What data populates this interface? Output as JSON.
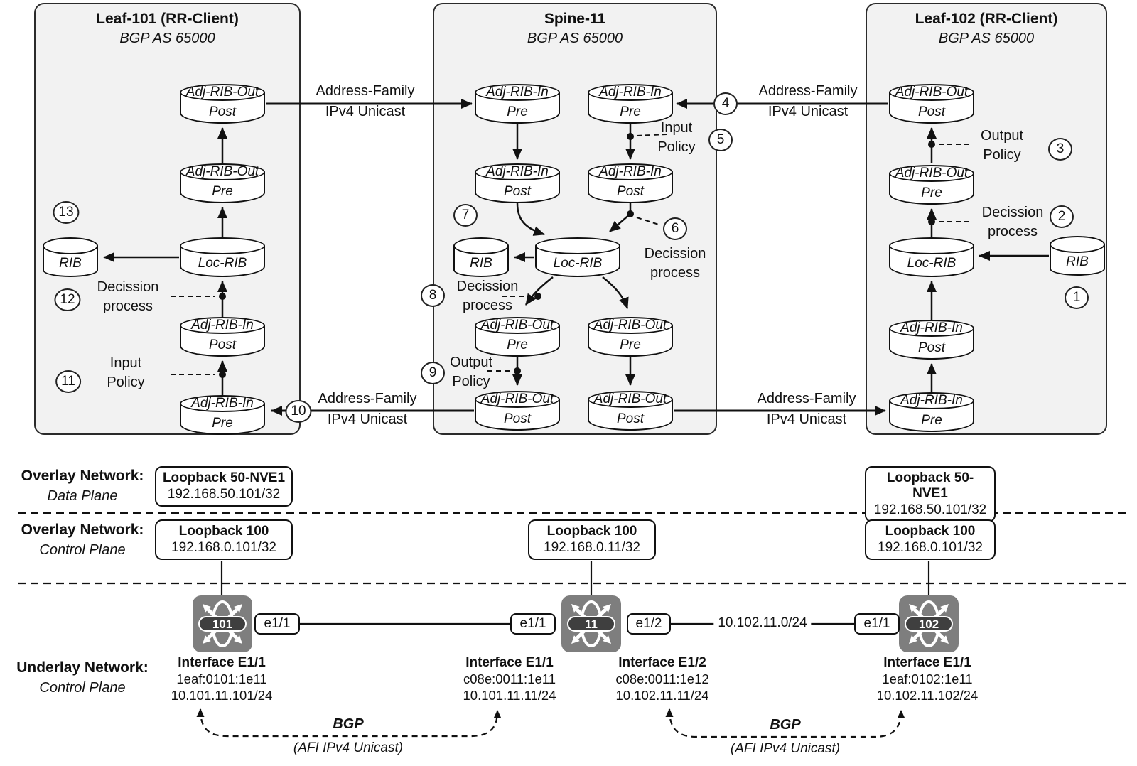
{
  "colors": {
    "panel_bg": "#f2f2f2",
    "ink": "#111111",
    "router_fill": "#7e7e7e",
    "pill_fill": "#3f3f3f"
  },
  "leaf101": {
    "title": "Leaf-101 (RR-Client)",
    "subtitle": "BGP AS 65000",
    "cyl": {
      "out_post": {
        "l1": "Adj-RIB-Out",
        "l2": "Post"
      },
      "out_pre": {
        "l1": "Adj-RIB-Out",
        "l2": "Pre"
      },
      "loc": {
        "l1": "Loc-RIB"
      },
      "rib": {
        "l1": "RIB"
      },
      "in_post": {
        "l1": "Adj-RIB-In",
        "l2": "Post"
      },
      "in_pre": {
        "l1": "Adj-RIB-In",
        "l2": "Pre"
      }
    },
    "lbl": {
      "decision": {
        "l1": "Decission",
        "l2": "process"
      },
      "input": {
        "l1": "Input",
        "l2": "Policy"
      }
    }
  },
  "spine11": {
    "title": "Spine-11",
    "subtitle": "BGP AS 65000",
    "cyl": {
      "in_pre_l": {
        "l1": "Adj-RIB-In",
        "l2": "Pre"
      },
      "in_pre_r": {
        "l1": "Adj-RIB-In",
        "l2": "Pre"
      },
      "in_post_l": {
        "l1": "Adj-RIB-In",
        "l2": "Post"
      },
      "in_post_r": {
        "l1": "Adj-RIB-In",
        "l2": "Post"
      },
      "rib": {
        "l1": "RIB"
      },
      "loc": {
        "l1": "Loc-RIB"
      },
      "out_pre_l": {
        "l1": "Adj-RIB-Out",
        "l2": "Pre"
      },
      "out_pre_r": {
        "l1": "Adj-RIB-Out",
        "l2": "Pre"
      },
      "out_post_l": {
        "l1": "Adj-RIB-Out",
        "l2": "Post"
      },
      "out_post_r": {
        "l1": "Adj-RIB-Out",
        "l2": "Post"
      }
    },
    "lbl": {
      "input": {
        "l1": "Input",
        "l2": "Policy"
      },
      "decision_r": {
        "l1": "Decission",
        "l2": "process"
      },
      "decision_l": {
        "l1": "Decission",
        "l2": "process"
      },
      "output": {
        "l1": "Output",
        "l2": "Policy"
      }
    }
  },
  "leaf102": {
    "title": "Leaf-102 (RR-Client)",
    "subtitle": "BGP AS 65000",
    "cyl": {
      "out_post": {
        "l1": "Adj-RIB-Out",
        "l2": "Post"
      },
      "out_pre": {
        "l1": "Adj-RIB-Out",
        "l2": "Pre"
      },
      "loc": {
        "l1": "Loc-RIB"
      },
      "rib": {
        "l1": "RIB"
      },
      "in_post": {
        "l1": "Adj-RIB-In",
        "l2": "Post"
      },
      "in_pre": {
        "l1": "Adj-RIB-In",
        "l2": "Pre"
      }
    },
    "lbl": {
      "output": {
        "l1": "Output",
        "l2": "Policy"
      },
      "decision": {
        "l1": "Decission",
        "l2": "process"
      }
    }
  },
  "edge_labels": {
    "af1": {
      "l1": "Address-Family",
      "l2": "IPv4 Unicast"
    },
    "af2": {
      "l1": "Address-Family",
      "l2": "IPv4 Unicast"
    },
    "af3": {
      "l1": "Address-Family",
      "l2": "IPv4 Unicast"
    },
    "af4": {
      "l1": "Address-Family",
      "l2": "IPv4 Unicast"
    }
  },
  "steps": {
    "s1": "1",
    "s2": "2",
    "s3": "3",
    "s4": "4",
    "s5": "5",
    "s6": "6",
    "s7": "7",
    "s8": "8",
    "s9": "9",
    "s10": "10",
    "s11": "11",
    "s12": "12",
    "s13": "13"
  },
  "bottom": {
    "rows": {
      "r1": {
        "label": "Overlay Network:",
        "sub": "Data Plane"
      },
      "r2": {
        "label": "Overlay Network:",
        "sub": "Control Plane"
      },
      "r3": {
        "label": "Underlay Network:",
        "sub": "Control Plane"
      }
    },
    "loopbacks": {
      "l101_data": {
        "name": "Loopback 50-NVE1",
        "ip": "192.168.50.101/32"
      },
      "l101_ctrl": {
        "name": "Loopback 100",
        "ip": "192.168.0.101/32"
      },
      "spine_ctrl": {
        "name": "Loopback 100",
        "ip": "192.168.0.11/32"
      },
      "l102_data": {
        "name": "Loopback 50-NVE1",
        "ip": "192.168.50.101/32"
      },
      "l102_ctrl": {
        "name": "Loopback 100",
        "ip": "192.168.0.101/32"
      }
    },
    "routers": {
      "r101": "101",
      "r11": "11",
      "r102": "102"
    },
    "ports": {
      "p1": "e1/1",
      "p2": "e1/1",
      "p3": "e1/2",
      "p4": "e1/1"
    },
    "link_label": "10.102.11.0/24",
    "interfaces": {
      "i101": {
        "name": "Interface E1/1",
        "mac": "1eaf:0101:1e11",
        "ip": "10.101.11.101/24"
      },
      "i11l": {
        "name": "Interface E1/1",
        "mac": "c08e:0011:1e11",
        "ip": "10.101.11.11/24"
      },
      "i11r": {
        "name": "Interface E1/2",
        "mac": "c08e:0011:1e12",
        "ip": "10.102.11.11/24"
      },
      "i102": {
        "name": "Interface E1/1",
        "mac": "1eaf:0102:1e11",
        "ip": "10.102.11.102/24"
      }
    },
    "bgp1": {
      "label": "BGP",
      "sub": "(AFI IPv4 Unicast)"
    },
    "bgp2": {
      "label": "BGP",
      "sub": "(AFI IPv4 Unicast)"
    }
  }
}
